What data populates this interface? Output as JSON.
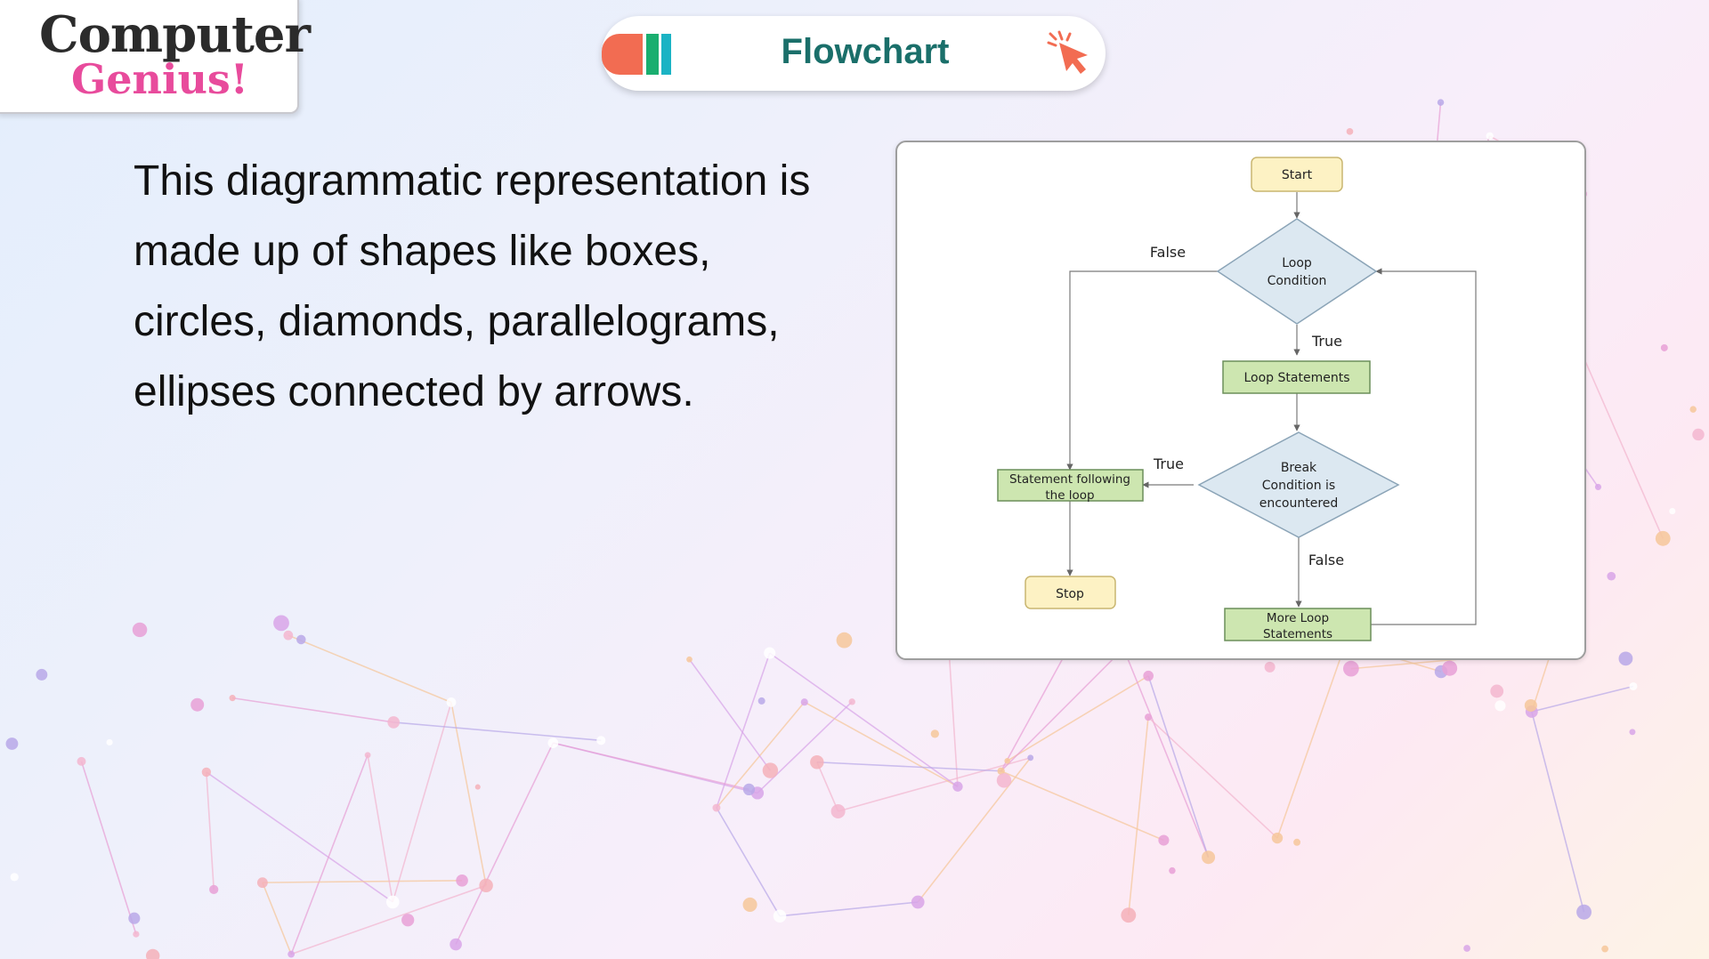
{
  "logo": {
    "line1": "Computer",
    "line2": "Genius!"
  },
  "header": {
    "title": "Flowchart"
  },
  "body": {
    "text": "This diagrammatic representation is made up of shapes like boxes, circles, diamonds, parallelograms, ellipses connected by arrows."
  },
  "flowchart": {
    "nodes": {
      "start": "Start",
      "loop_condition": [
        "Loop",
        "Condition"
      ],
      "loop_statements": "Loop Statements",
      "break_condition": [
        "Break",
        "Condition is",
        "encountered"
      ],
      "statement_following": [
        "Statement following",
        "the loop"
      ],
      "stop": "Stop",
      "more_loop": [
        "More Loop",
        "Statements"
      ]
    },
    "edge_labels": {
      "loop_false": "False",
      "loop_true": "True",
      "break_true": "True",
      "break_false": "False"
    }
  },
  "colors": {
    "terminal_fill": "#fdf2c4",
    "terminal_stroke": "#c9b670",
    "process_fill": "#cde6b0",
    "process_stroke": "#6b8f5a",
    "decision_fill": "#dce8f1",
    "decision_stroke": "#8ba4b7",
    "title_accent": "#1a6f6a",
    "logo_pink": "#e84b9c"
  }
}
